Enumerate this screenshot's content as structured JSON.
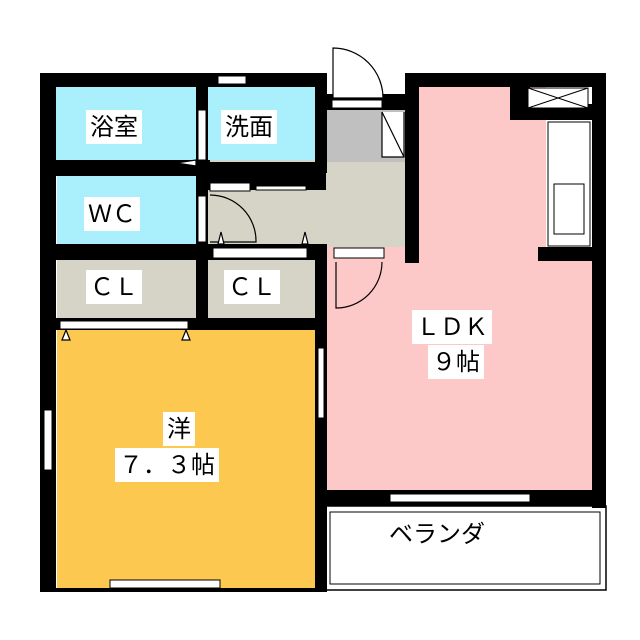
{
  "rooms": {
    "bath": "浴室",
    "washroom": "洗面",
    "wc": "ＷＣ",
    "closet_1": "ＣＬ",
    "closet_2": "ＣＬ",
    "ldk_name": "ＬＤＫ",
    "ldk_size": "９帖",
    "western_name": "洋",
    "western_size": "７．３帖",
    "veranda": "ベランダ"
  },
  "colors": {
    "wet_area": "#aaf0fc",
    "storage": "#d6d4c6",
    "entrance": "#c0c0c0",
    "ldk": "#fcc8c8",
    "western": "#fcc850",
    "wall": "#000000"
  }
}
